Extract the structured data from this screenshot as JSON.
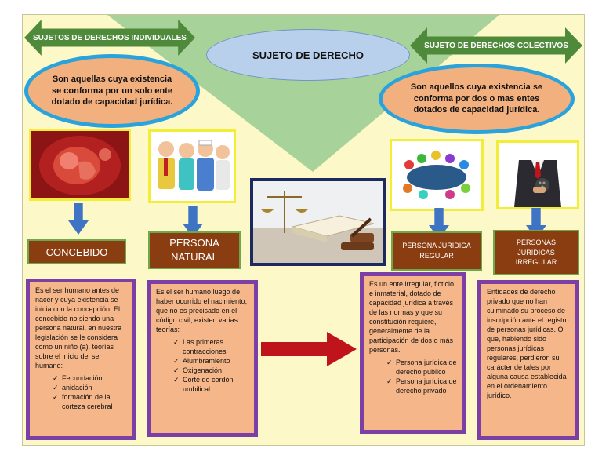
{
  "header": {
    "left_arrow": "SUJETOS DE DERECHOS INDIVIDUALES",
    "right_arrow": "SUJETO DE DERECHOS COLECTIVOS",
    "title": "SUJETO DE DERECHO"
  },
  "definitions": {
    "individual": "Son aquellas cuya existencia se conforma por un solo ente dotado de capacidad jurídica.",
    "colectivo": "Son aquellos cuya existencia se conforma por dos o mas entes dotados de capacidad jurídica."
  },
  "categories": {
    "concebido": {
      "label": "CONCEBIDO",
      "text": "Es el ser humano antes de nacer y cuya existencia se inicia con la concepción. El concebido no siendo una persona natural, en nuestra legislación se le considera como un niño (a). teorías sobre el inicio del ser humano:",
      "items": [
        "Fecundación",
        "anidación",
        "formación de la corteza cerebral"
      ]
    },
    "persona_natural": {
      "label": "PERSONA NATURAL",
      "text": "Es el ser humano luego de haber ocurrido el nacimiento, que no es precisado en el código civil, existen varias teorías:",
      "items": [
        "Las primeras contracciones",
        "Alumbramiento",
        "Oxigenación",
        "Corte de cordón umbilical"
      ]
    },
    "persona_juridica_regular": {
      "label": "PERSONA JURIDICA REGULAR",
      "text": "Es un ente irregular, ficticio e inmaterial, dotado de capacidad jurídica a través de las normas y que su constitución requiere, generalmente de la participación de dos o más personas.",
      "items": [
        "Persona jurídica de derecho publico",
        "Persona jurídica de derecho privado"
      ]
    },
    "personas_juridicas_irregular": {
      "label": "PERSONAS JURIDICAS IRREGULAR",
      "text": "Entidades de derecho privado que no han culminado su proceso de inscripción ante el registro de personas jurídicas. O que, habiendo sido personas jurídicas regulares, perdieron su carácter de tales por alguna causa establecida en el ordenamiento jurídico."
    }
  },
  "colors": {
    "background": "#fdf8c8",
    "green_arrow": "#4e8a3a",
    "ellipse_fill": "#f1b07e",
    "ellipse_border": "#2aa3dc",
    "label_fill": "#8a3d10",
    "desc_border": "#7b3fa6",
    "blue_arrow": "#3f74c4",
    "red_arrow": "#c0141b"
  }
}
